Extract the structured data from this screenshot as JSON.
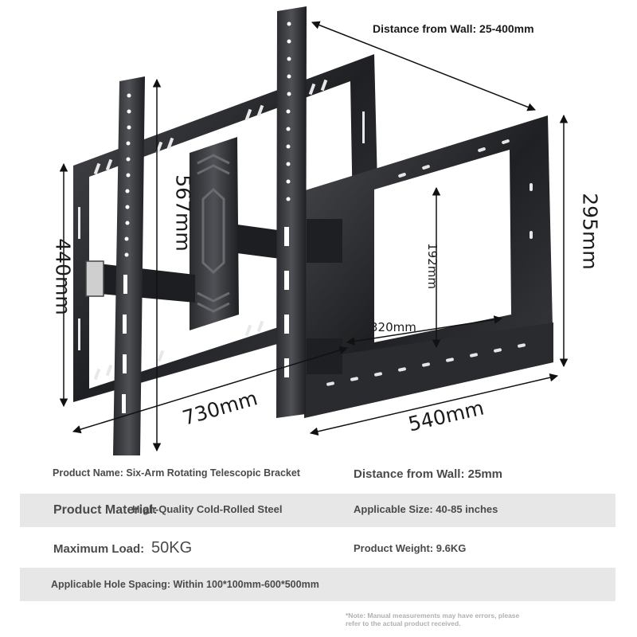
{
  "dimensions": {
    "distance_from_wall": "Distance from Wall: 25-400mm",
    "height_567": "567mm",
    "height_440": "440mm",
    "height_295": "295mm",
    "width_730": "730mm",
    "width_540": "540mm",
    "depth_320": "320mm",
    "height_192": "192mm"
  },
  "specs": {
    "product_name": "Product Name: Six-Arm Rotating Telescopic Bracket",
    "distance": "Distance from Wall: 25mm",
    "material_label": "Product Material:",
    "material_value": "High-Quality Cold-Rolled Steel",
    "applicable_size": "Applicable Size: 40-85 inches",
    "max_load_label": "Maximum Load:",
    "max_load_value": "50KG",
    "product_weight": "Product Weight: 9.6KG",
    "hole_spacing": "Applicable Hole Spacing: Within 100*100mm-600*500mm",
    "note_line1": "*Note: Manual measurements may have errors, please",
    "note_line2": "refer to the actual product received."
  },
  "colors": {
    "steel_dark": "#1c1c1e",
    "steel_mid": "#3a3b3e",
    "row_shade": "#e7e7e7",
    "text_gray": "#4a4a4a"
  }
}
